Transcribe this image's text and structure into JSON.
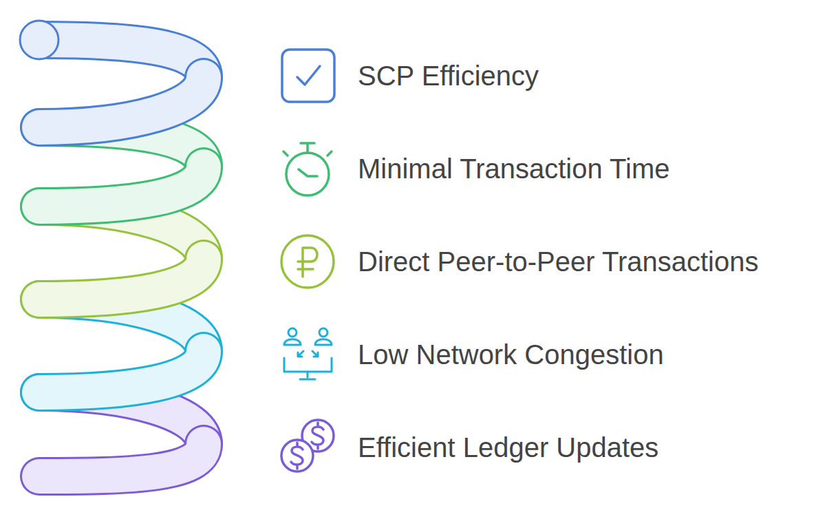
{
  "diagram": {
    "labels": [
      "SCP Efficiency",
      "Minimal Transaction Time",
      "Direct Peer-to-Peer Transactions",
      "Low Network Congestion",
      "Efficient Ledger Updates"
    ]
  }
}
